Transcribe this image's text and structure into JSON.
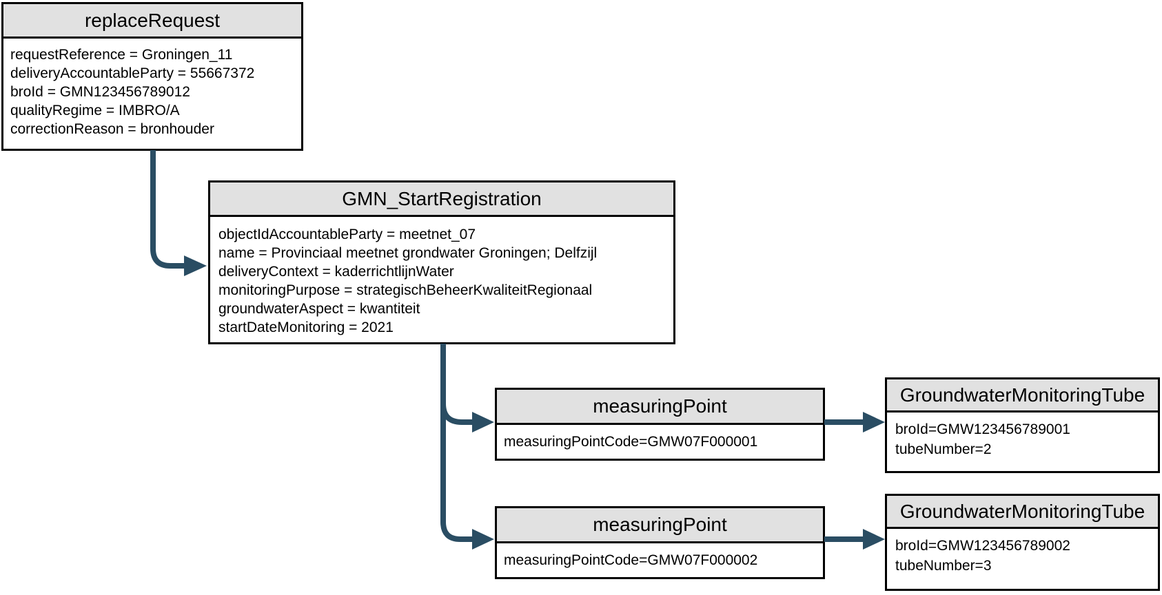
{
  "diagram": {
    "colors": {
      "arrow_color": "#2A4D63",
      "title_bg": "#E1E1E1",
      "border_color": "#000000",
      "canvas_bg": "#FFFFFF"
    },
    "nodes": {
      "replace_request": {
        "title": "replaceRequest",
        "lines": [
          "requestReference = Groningen_11",
          "deliveryAccountableParty = 55667372",
          "broId = GMN123456789012",
          "qualityRegime = IMBRO/A",
          "correctionReason = bronhouder"
        ]
      },
      "gmn_start_registration": {
        "title": "GMN_StartRegistration",
        "lines": [
          "objectIdAccountableParty = meetnet_07",
          "name = Provinciaal meetnet grondwater Groningen; Delfzijl",
          "deliveryContext = kaderrichtlijnWater",
          "monitoringPurpose = strategischBeheerKwaliteitRegionaal",
          "groundwaterAspect = kwantiteit",
          "startDateMonitoring = 2021"
        ]
      },
      "measuring_point_1": {
        "title": "measuringPoint",
        "lines": [
          "measuringPointCode=GMW07F000001"
        ]
      },
      "measuring_point_2": {
        "title": "measuringPoint",
        "lines": [
          "measuringPointCode=GMW07F000002"
        ]
      },
      "groundwater_monitoring_tube_1": {
        "title": "GroundwaterMonitoringTube",
        "lines": [
          "broId=GMW123456789001",
          "tubeNumber=2"
        ]
      },
      "groundwater_monitoring_tube_2": {
        "title": "GroundwaterMonitoringTube",
        "lines": [
          "broId=GMW123456789002",
          "tubeNumber=3"
        ]
      }
    },
    "edges": [
      {
        "from": "replace_request",
        "to": "gmn_start_registration"
      },
      {
        "from": "gmn_start_registration",
        "to": "measuring_point_1"
      },
      {
        "from": "gmn_start_registration",
        "to": "measuring_point_2"
      },
      {
        "from": "measuring_point_1",
        "to": "groundwater_monitoring_tube_1"
      },
      {
        "from": "measuring_point_2",
        "to": "groundwater_monitoring_tube_2"
      }
    ]
  }
}
